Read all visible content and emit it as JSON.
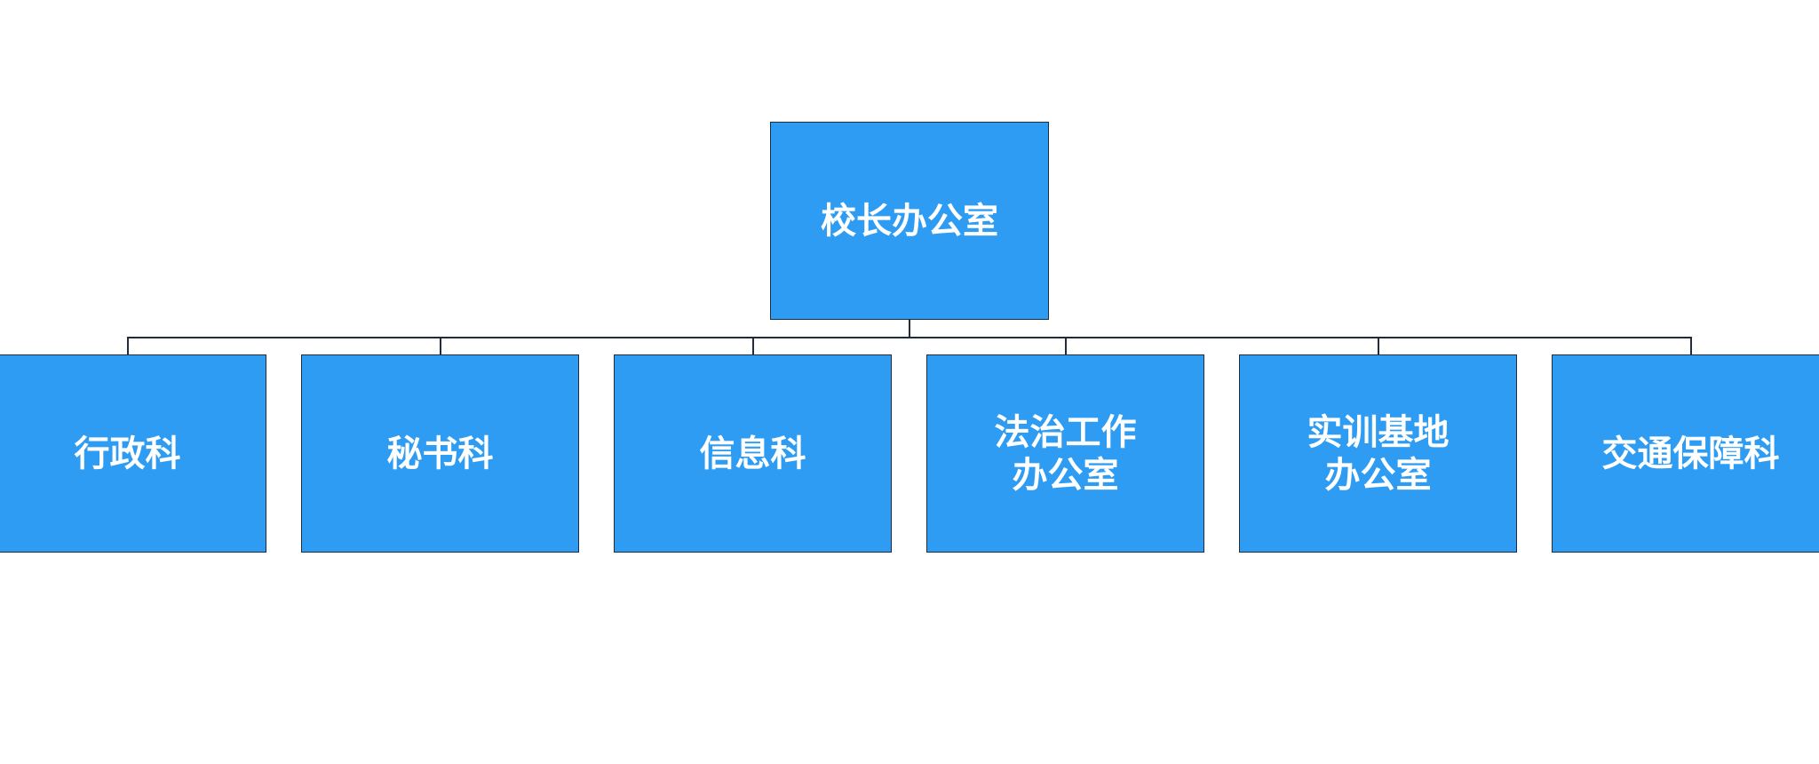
{
  "colors": {
    "box_fill": "#2e9cf2",
    "line": "#1f2d3d",
    "text": "#ffffff"
  },
  "root": {
    "label": "校长办公室"
  },
  "children": [
    {
      "label": "行政科"
    },
    {
      "label": "秘书科"
    },
    {
      "label": "信息科"
    },
    {
      "label": "法治工作\n办公室"
    },
    {
      "label": "实训基地\n办公室"
    },
    {
      "label": "交通保障科"
    }
  ]
}
